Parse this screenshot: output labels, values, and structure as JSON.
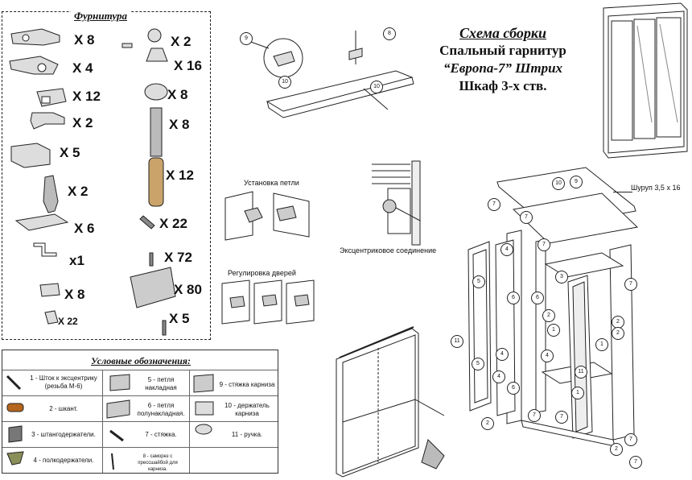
{
  "hardware_title": "Фурнитура",
  "hardware_left": [
    "X 8",
    "X 4",
    "X 12",
    "X 2",
    "X 5",
    "X 2",
    "X 6",
    "x1",
    "X 8",
    "X 22"
  ],
  "hardware_right": [
    "X 2",
    "X 16",
    "X 8",
    "X 8",
    "X 12",
    "X 22",
    "X 72",
    "X 80",
    "X 5"
  ],
  "title": {
    "line1": "Схема сборки",
    "line2": "Спальный гарнитур",
    "line3": "“Европа-7” Штрих",
    "line4": "Шкаф 3-х ств."
  },
  "captions": {
    "hinge": "Установка петли",
    "eccentric": "Эксцентриковое соединение",
    "door_adjust": "Регулировка дверей",
    "screw": "Шуруп 3,5 х 16"
  },
  "legend": {
    "title": "Условные обозначения:",
    "items": [
      "1 - Шток к эксцентрику (резьба М-6)",
      "2 - шкант.",
      "3 - штангодержатели.",
      "4 - полкодержатели.",
      "5 - петля накладная",
      "6 - петля полунакладная.",
      "7 - стяжка.",
      "8 - саморез с прессшайбой для карниза.",
      "9 - стяжка карниза",
      "10 - держатель карниза",
      "11 - ручка."
    ]
  },
  "callouts": [
    "9",
    "8",
    "10",
    "10",
    "10",
    "9",
    "7",
    "7",
    "7",
    "7",
    "4",
    "5",
    "6",
    "6",
    "4",
    "4",
    "6",
    "3",
    "11",
    "2",
    "2",
    "11",
    "5",
    "4",
    "7",
    "2",
    "7",
    "7",
    "2",
    "7",
    "2",
    "1",
    "1",
    "1"
  ]
}
